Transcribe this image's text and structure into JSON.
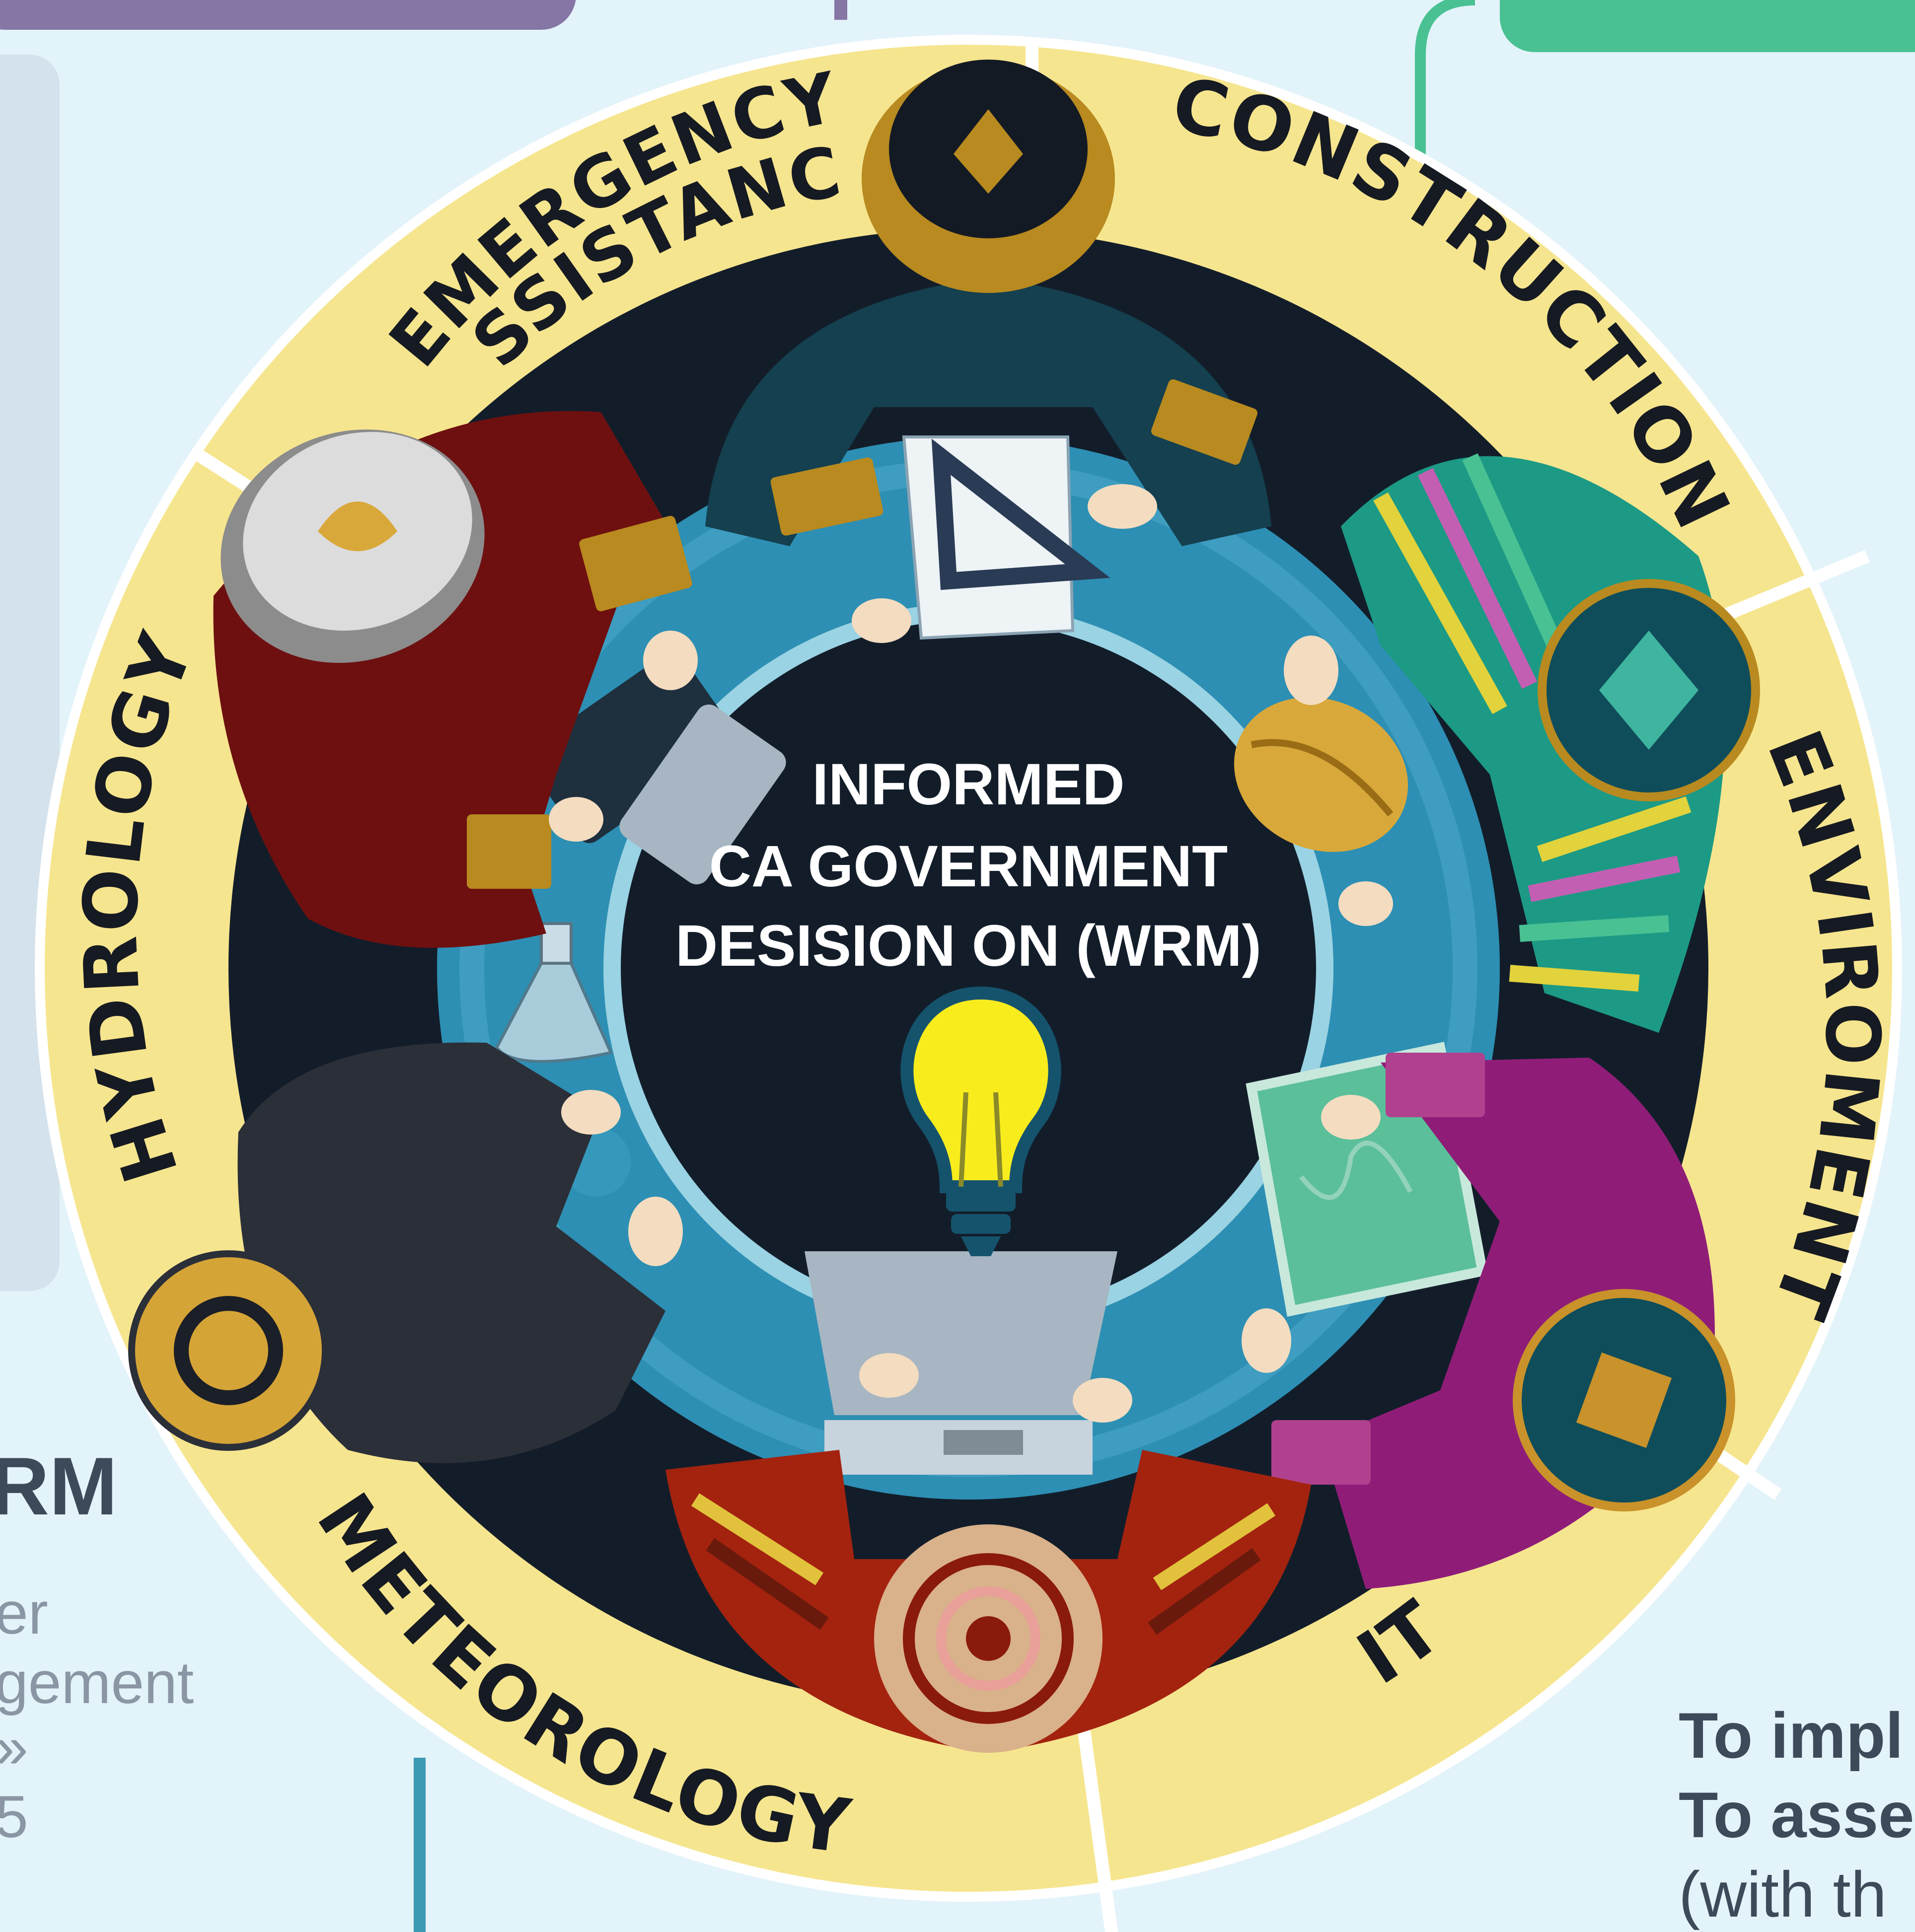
{
  "center": {
    "lines": [
      "INFORMED",
      "CA GOVERNMENT",
      "DESISION ON (WRM)"
    ],
    "icon": "lightbulb-icon"
  },
  "sectors": [
    {
      "id": "emergency",
      "lines": [
        "EMERGENCY",
        "ASSISTANCE"
      ]
    },
    {
      "id": "construction",
      "label": "CONSTRUCTION"
    },
    {
      "id": "environment",
      "label": "ENVIROMENT"
    },
    {
      "id": "it",
      "label": "IT"
    },
    {
      "id": "meteorology",
      "label": "METEOROLOGY"
    },
    {
      "id": "hydrology",
      "label": "HYDROLOGY"
    }
  ],
  "left_panel": {
    "heading_fragment": "RM",
    "lines": [
      "er",
      "gement",
      "»",
      "5"
    ]
  },
  "right_panel": {
    "line1": "To impl",
    "line2": "To asse",
    "line3": "(with th"
  },
  "people": [
    {
      "robe": "#14404f",
      "hat": "#b88a1f",
      "hat_pattern": "#141a24"
    },
    {
      "robe": "#1c9a85",
      "hat": "#0f4d5a",
      "hat_pattern": "#3fb5a0"
    },
    {
      "robe": "#8f1d78",
      "hat": "#0f4d5a",
      "hat_pattern": "#c9922a"
    },
    {
      "robe": "#a3230f",
      "hat": "#d9b18a",
      "hat_pattern": "#8a1a0c"
    },
    {
      "robe": "#2b2f38",
      "hat": "#d5a437",
      "hat_pattern": "#1b1f27"
    },
    {
      "robe": "#6e1010",
      "hat": "#dcdcdc",
      "hat_pattern": "#d9a83a"
    }
  ],
  "colors": {
    "background": "#e3f3fa",
    "ring": "#f6e58f",
    "dark_ring": "#131d2a",
    "table": "#2d8fb3",
    "table_edge": "#9ad3e3",
    "accent_purple": "#8576a6",
    "accent_green": "#49c193",
    "panel_gray": "#d3e2ec"
  }
}
